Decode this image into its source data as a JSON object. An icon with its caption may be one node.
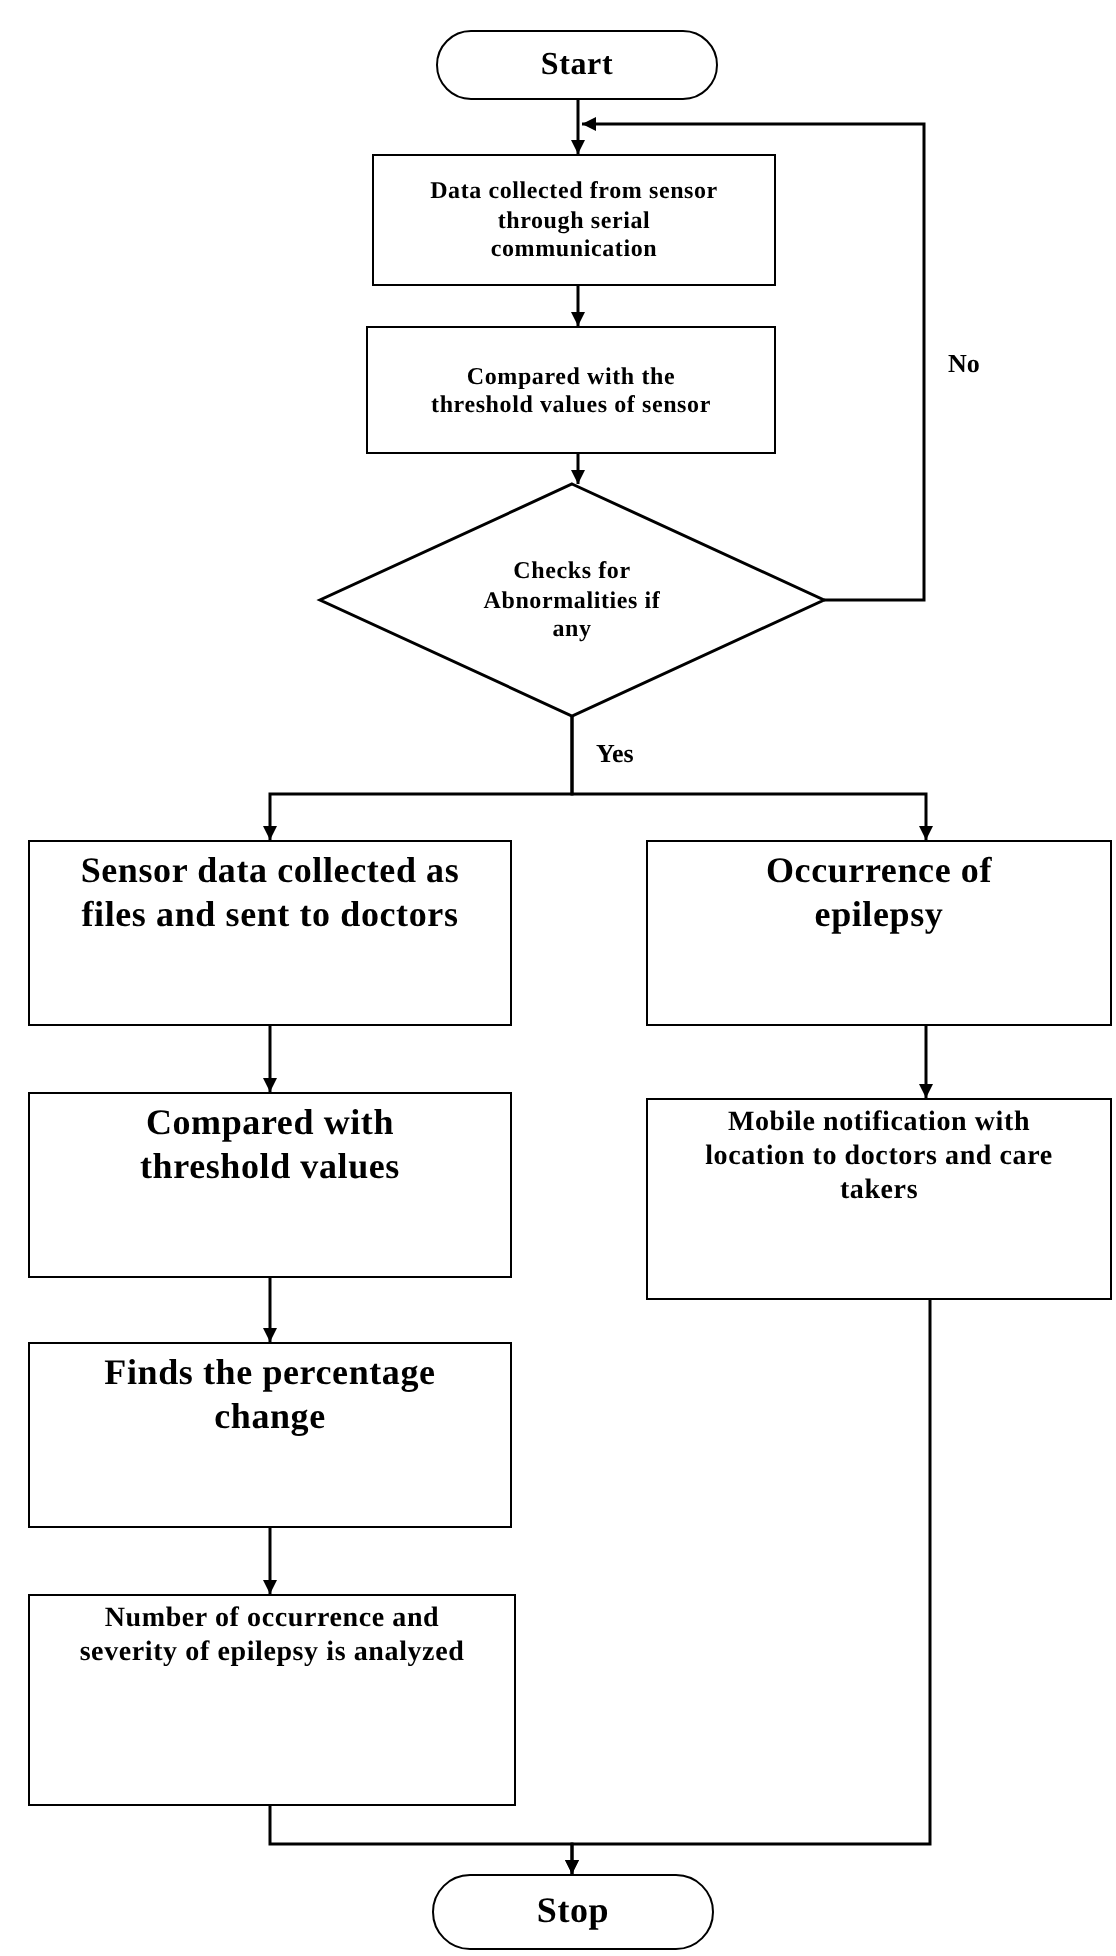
{
  "diagram": {
    "nodes": [
      {
        "text": [
          "Start"
        ]
      },
      {
        "text": [
          "Data collected from sensor through serial communication"
        ]
      },
      {
        "text": [
          "Compared with the threshold values of sensor"
        ]
      },
      {
        "text": [
          "Checks for Abnormalities if any"
        ]
      },
      {
        "text": [
          "Sensor data collected as files and sent to doctors"
        ]
      },
      {
        "text": [
          "Occurrence of epilepsy"
        ]
      },
      {
        "text": [
          "Compared with threshold values"
        ]
      },
      {
        "text": [
          "Finds the percentage change"
        ]
      },
      {
        "text": [
          "Number of occurrence and severity of epilepsy is analyzed"
        ]
      },
      {
        "text": [
          "Mobile notification with location to doctors and care takers"
        ]
      },
      {
        "text": [
          "Stop"
        ]
      }
    ],
    "edges": [
      {
        "from": 0,
        "to": 1,
        "arrow": "to"
      },
      {
        "from": 1,
        "to": 2,
        "arrow": "to"
      },
      {
        "from": 2,
        "to": 3,
        "arrow": "to"
      },
      {
        "from": 3,
        "to": 1,
        "arrow": "to",
        "label": "No"
      },
      {
        "from": 3,
        "to": 4,
        "arrow": "to",
        "label": "Yes"
      },
      {
        "from": 3,
        "to": 5,
        "arrow": "to"
      },
      {
        "from": 4,
        "to": 6,
        "arrow": "to"
      },
      {
        "from": 6,
        "to": 7,
        "arrow": "to"
      },
      {
        "from": 7,
        "to": 8,
        "arrow": "to"
      },
      {
        "from": 5,
        "to": 9,
        "arrow": "to"
      },
      {
        "from": 8,
        "to": 10,
        "arrow": "to"
      },
      {
        "from": 9,
        "to": 10,
        "arrow": "to"
      }
    ]
  }
}
